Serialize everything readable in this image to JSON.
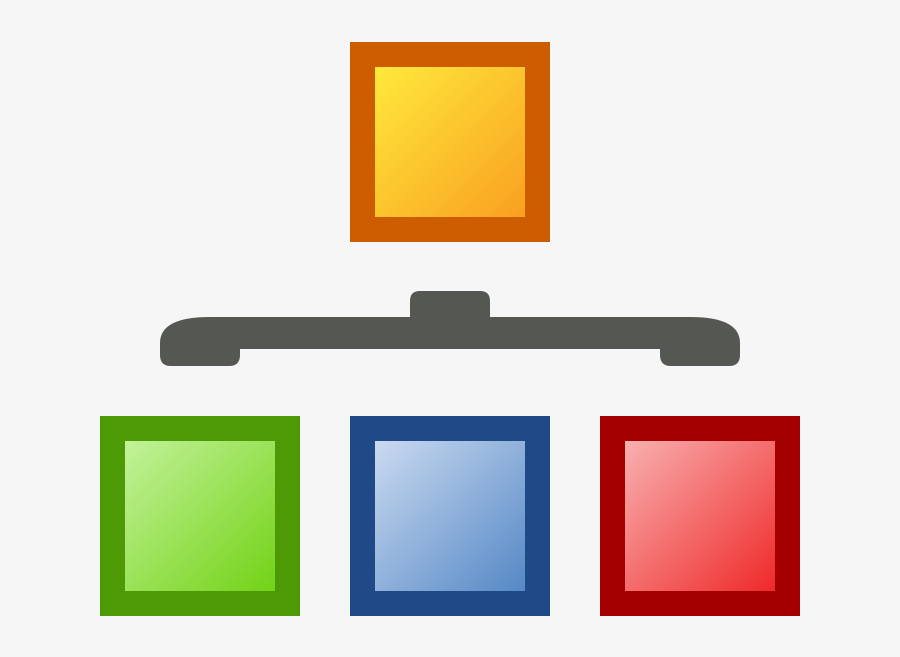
{
  "diagram": {
    "background": "#f6f6f6",
    "icon_name": "hierarchy-network-icon",
    "connector_color": "#555753",
    "nodes": [
      {
        "id": "root",
        "role": "parent",
        "border": "#ce5c00",
        "fill_from": "#ffe93c",
        "fill_to": "#f9a020"
      },
      {
        "id": "child-green",
        "role": "child",
        "border": "#4e9a06",
        "fill_from": "#c2f29a",
        "fill_to": "#73d216"
      },
      {
        "id": "child-blue",
        "role": "child",
        "border": "#204a87",
        "fill_from": "#cadaf0",
        "fill_to": "#5588c6"
      },
      {
        "id": "child-red",
        "role": "child",
        "border": "#a40000",
        "fill_from": "#f9b0b0",
        "fill_to": "#ef2929"
      }
    ]
  }
}
